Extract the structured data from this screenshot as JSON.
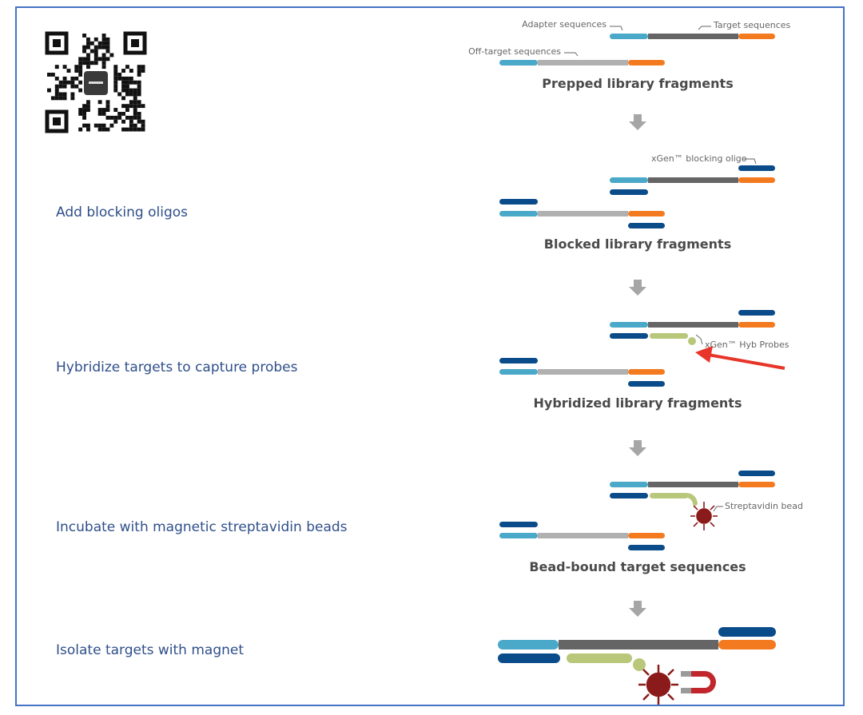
{
  "colors": {
    "adapter": "#4aa8c8",
    "target": "#656565",
    "offtarget": "#b0b0b0",
    "end": "#f47a20",
    "blocker": "#0a4b8a",
    "probe": "#b8c77a",
    "bead": "#8b1a1a",
    "arrow_down": "#a6a6a6",
    "red_arrow": "#e8352a",
    "step_text": "#2f4f8a",
    "frame": "#4472c4"
  },
  "steps": {
    "add_blocking": "Add blocking oligos",
    "hybridize": "Hybridize targets to capture probes",
    "incubate": "Incubate with magnetic streptavidin beads",
    "isolate": "Isolate targets with magnet"
  },
  "captions": {
    "prepped": "Prepped library fragments",
    "blocked": "Blocked library fragments",
    "hybridized": "Hybridized library fragments",
    "bead_bound": "Bead-bound target sequences"
  },
  "labels": {
    "adapter_sequences": "Adapter sequences",
    "target_sequences": "Target sequences",
    "offtarget_sequences": "Off-target sequences",
    "blocking_oligo": "xGen™ blocking oligo",
    "hyb_probes": "xGen™ Hyb Probes",
    "streptavidin_bead": "Streptavidin bead"
  },
  "icons": {
    "qr": "qr-code-icon",
    "bead": "streptavidin-bead-icon",
    "magnet": "magnet-icon",
    "down_arrow": "down-arrow-icon"
  }
}
